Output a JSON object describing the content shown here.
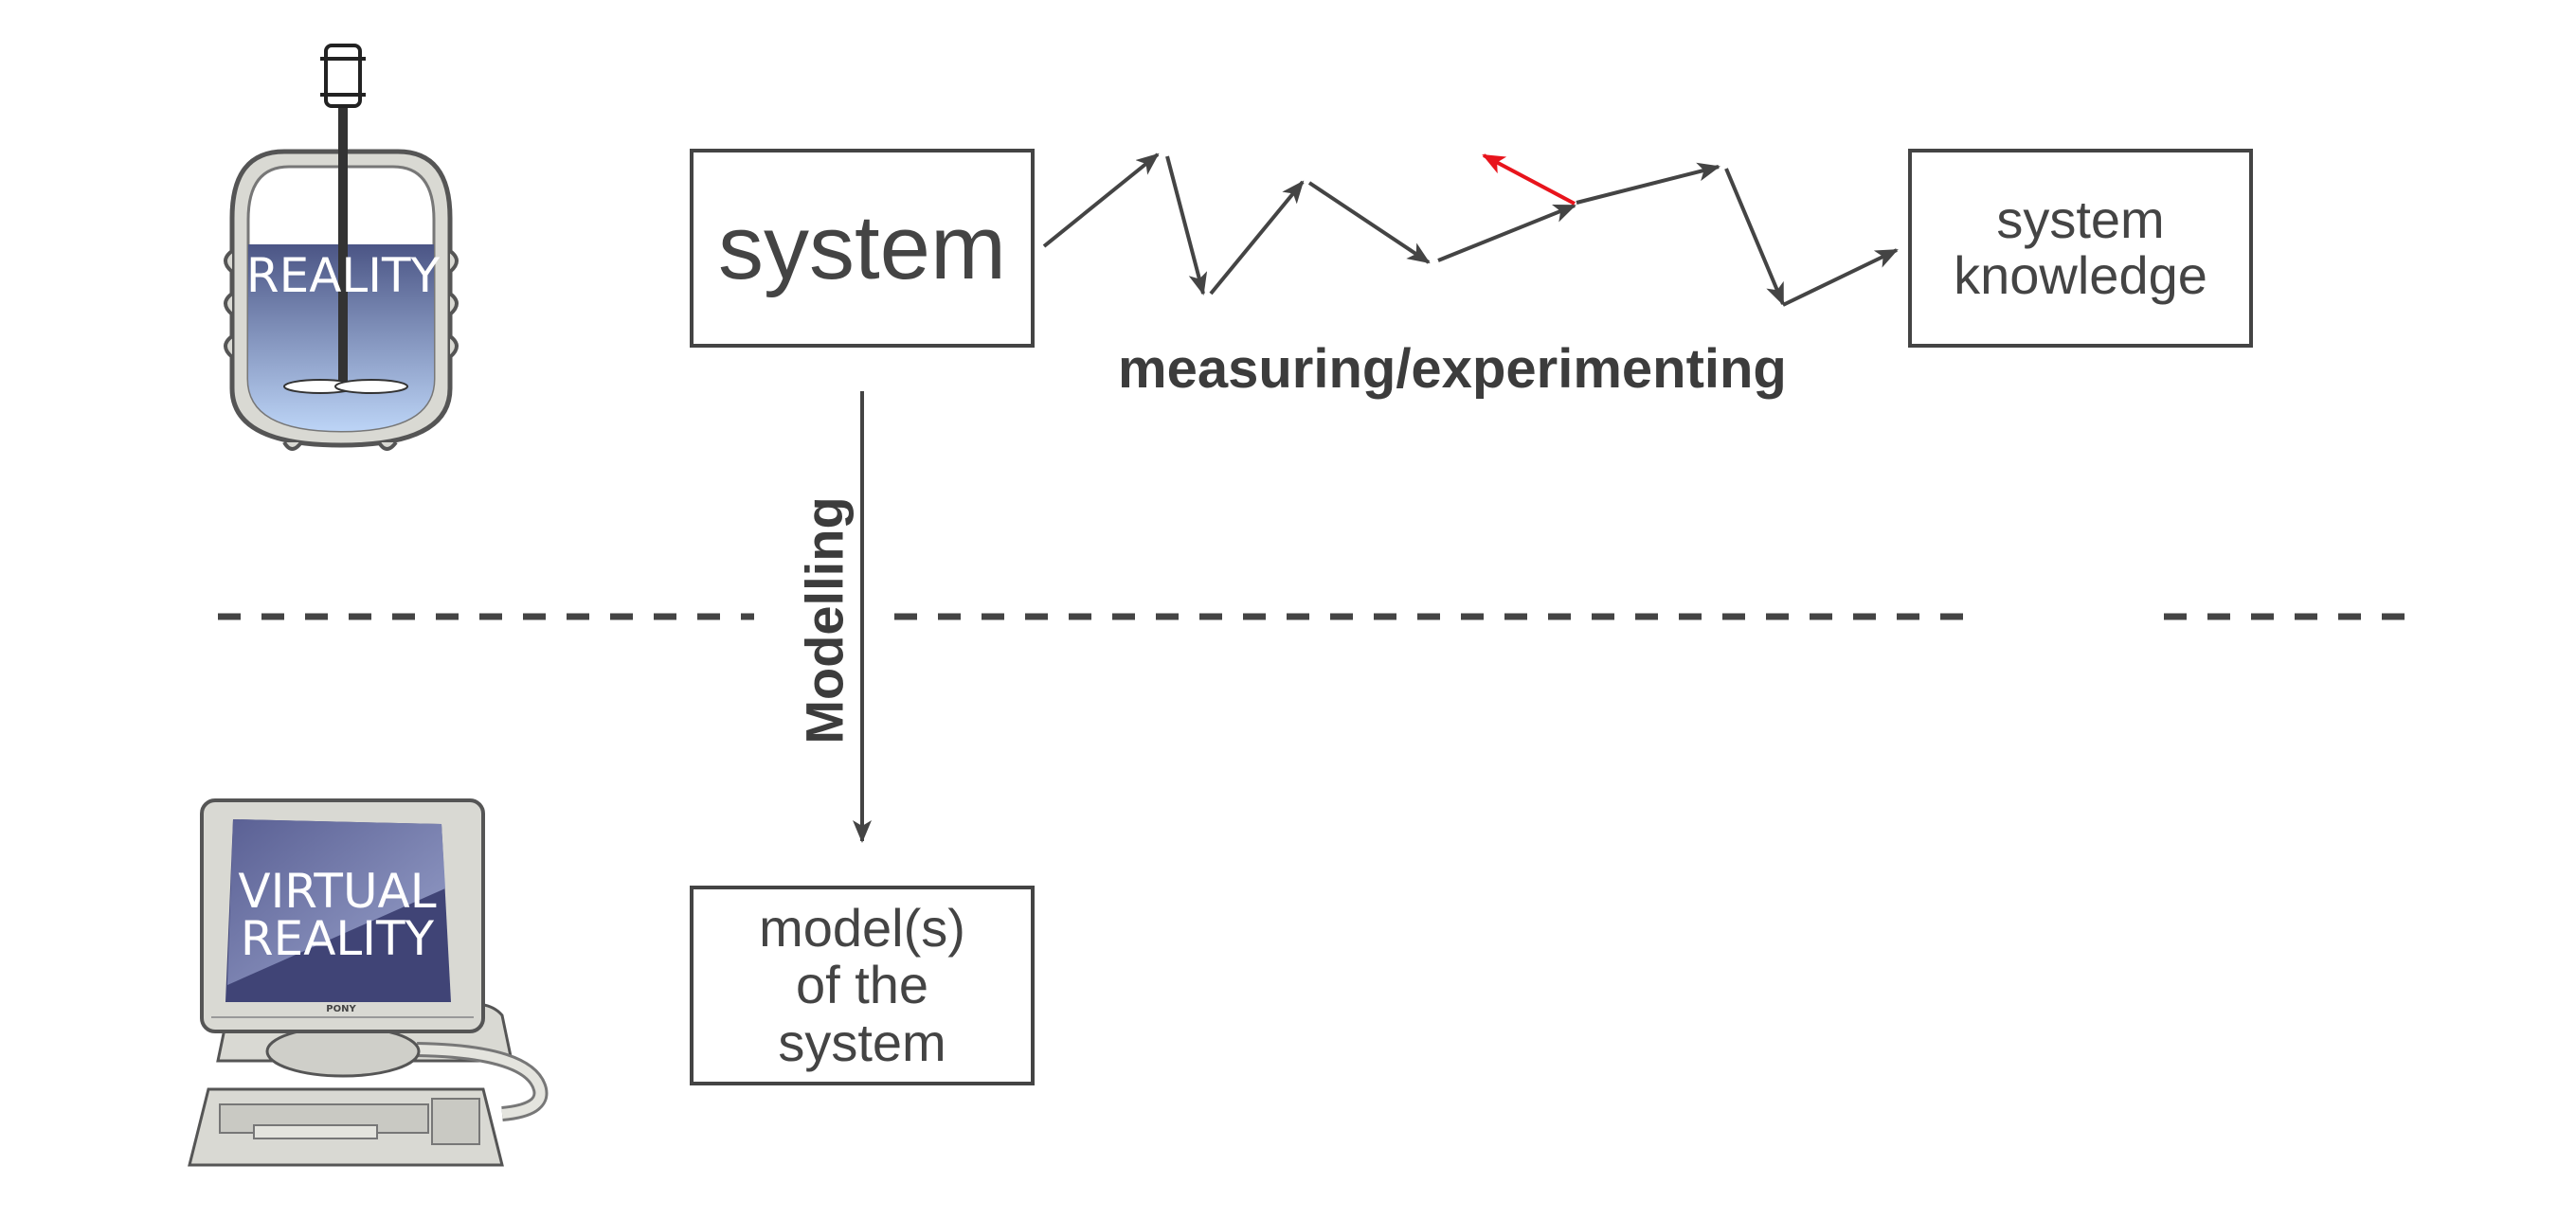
{
  "diagram": {
    "reality_label": "REALITY",
    "virtual_reality_label_line1": "VIRTUAL",
    "virtual_reality_label_line2": "REALITY",
    "monitor_brand": "PONY",
    "system_label": "system",
    "knowledge_label": "system\nknowledge",
    "model_label": "model(s)\nof the\nsystem",
    "measuring_label": "measuring/experimenting",
    "modelling_label": "Modelling"
  },
  "colors": {
    "line": "#444444",
    "highlight_arrow": "#e8141c",
    "reactor_fill_top": "#4b5585",
    "reactor_fill_bottom": "#bcd4f6",
    "screen_dark": "#404476",
    "device_grey": "#d9d9d3"
  }
}
